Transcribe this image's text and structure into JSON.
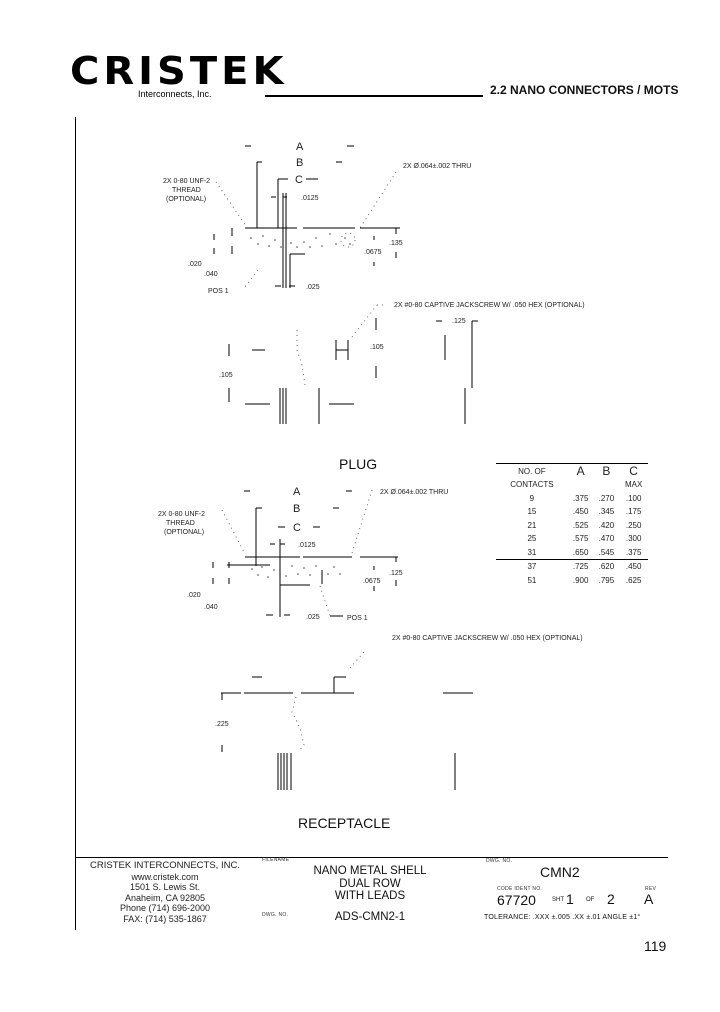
{
  "header": {
    "logo_word": "CRISTEK",
    "logo_sub": "Interconnects, Inc.",
    "section_title": "2.2 NANO CONNECTORS / MOTS"
  },
  "plug": {
    "title": "PLUG",
    "dims": {
      "A": "A",
      "B": "B",
      "C": "C",
      "pitch": ".0125",
      "lead_width": ".025",
      "row1": ".020",
      "row2": ".040",
      "height1": ".0675",
      "height2": ".135",
      "side_height": ".105",
      "side_height2": ".105",
      "jack_width": ".125"
    },
    "callouts": {
      "thread": [
        "2X 0-80 UNF-2",
        "THREAD",
        "(OPTIONAL)"
      ],
      "hole": "2X Ø.064±.002 THRU",
      "pos": "POS 1",
      "jackscrew": "2X #0-80 CAPTIVE JACKSCREW W/ .050 HEX (OPTIONAL)"
    }
  },
  "receptacle": {
    "title": "RECEPTACLE",
    "dims": {
      "A": "A",
      "B": "B",
      "C": "C",
      "pitch": ".0125",
      "lead_width": ".025",
      "row1": ".020",
      "row2": ".040",
      "height1": ".0675",
      "height2": ".125",
      "side_height": ".225"
    },
    "callouts": {
      "thread": [
        "2X 0-80 UNF-2",
        "THREAD",
        "(OPTIONAL)"
      ],
      "hole": "2X Ø.064±.002 THRU",
      "pos": "POS 1",
      "jackscrew": "2X #0-80 CAPTIVE JACKSCREW W/ .050 HEX (OPTIONAL)"
    }
  },
  "dimension_table": {
    "headers": {
      "contacts_line1": "NO. OF",
      "contacts_line2": "CONTACTS",
      "A": "A",
      "B": "B",
      "C": "C",
      "C_note": "MAX"
    },
    "rows": [
      {
        "contacts": "9",
        "A": ".375",
        "B": ".270",
        "C": ".100"
      },
      {
        "contacts": "15",
        "A": ".450",
        "B": ".345",
        "C": ".175"
      },
      {
        "contacts": "21",
        "A": ".525",
        "B": ".420",
        "C": ".250"
      },
      {
        "contacts": "25",
        "A": ".575",
        "B": ".470",
        "C": ".300"
      },
      {
        "contacts": "31",
        "A": ".650",
        "B": ".545",
        "C": ".375"
      },
      {
        "contacts": "37",
        "A": ".725",
        "B": ".620",
        "C": ".450"
      },
      {
        "contacts": "51",
        "A": ".900",
        "B": ".795",
        "C": ".625"
      }
    ]
  },
  "title_block": {
    "company": "CRISTEK INTERCONNECTS, INC.",
    "website": "www.cristek.com",
    "address1": "1501 S. Lewis St.",
    "address2": "Anaheim, CA  92805",
    "phone": "Phone (714) 696-2000",
    "fax": "FAX: (714) 535-1867",
    "filename_label": "FILENAME",
    "description": [
      "NANO METAL SHELL",
      "DUAL ROW",
      "WITH LEADS"
    ],
    "dwg_label_left": "DWG. NO.",
    "dwg_value_left": "ADS-CMN2-1",
    "dwg_label_right": "DWG. NO.",
    "dwg_value_right": "CMN2",
    "code_ident_label": "CODE IDENT NO.",
    "code_ident": "67720",
    "sheet_label": "SHT",
    "sheet": "1",
    "of_label": "OF",
    "sheets_total": "2",
    "rev_label": "REV",
    "rev": "A",
    "tolerance": "TOLERANCE: .XXX ±.005  .XX ±.01  ANGLE ±1°"
  },
  "page_number": "119"
}
